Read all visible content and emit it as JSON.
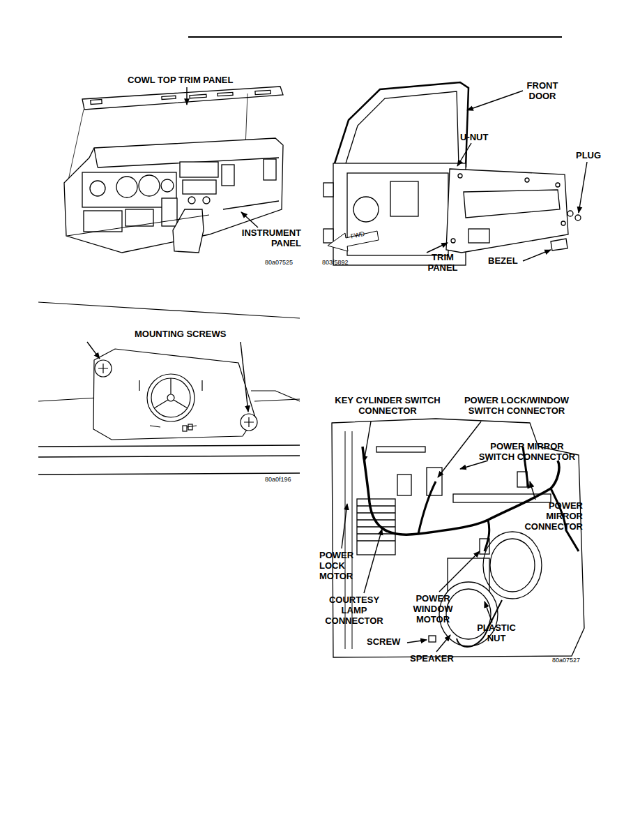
{
  "diagram": {
    "labels": [
      "COWL TOP TRIM PANEL",
      "INSTRUMENT PANEL",
      "80a07525",
      "FRONT DOOR",
      "U-NUT",
      "PLUG",
      "FWD",
      "TRIM PANEL",
      "BEZEL",
      "803f5892",
      "MOUNTING SCREWS",
      "80a0f196",
      "KEY CYLINDER SWITCH CONNECTOR",
      "POWER LOCK/WINDOW SWITCH CONNECTOR",
      "POWER MIRROR SWITCH CONNECTOR",
      "POWER MIRROR CONNECTOR",
      "POWER LOCK MOTOR",
      "COURTESY LAMP CONNECTOR",
      "POWER WINDOW MOTOR",
      "SCREW",
      "SPEAKER",
      "PLASTIC NUT",
      "80a07527"
    ]
  }
}
